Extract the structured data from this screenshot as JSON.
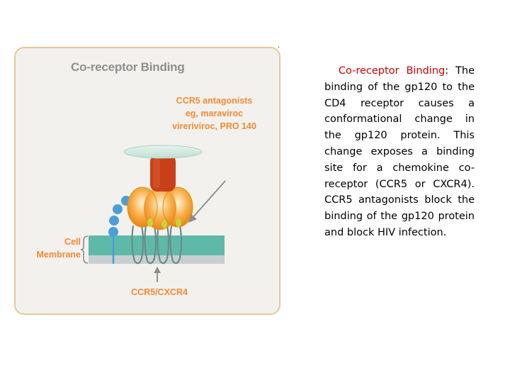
{
  "figure": {
    "title": "Co-receptor Binding",
    "antagonists_label": [
      "CCR5 antagonists",
      "eg, maraviroc",
      "vireriviroc, PRO 140"
    ],
    "cell_membrane_label": [
      "Cell",
      "Membrane"
    ],
    "coreceptor_label": "CCR5/CXCR4"
  },
  "caption": {
    "heading": "Co-receptor Binding",
    "heading_suffix": ":",
    "body": "The binding of the gp120 to the CD4 receptor causes a conformational change in the gp120 protein. This change exposes a binding site for a chemokine co-receptor (CCR5 or CXCR4). CCR5 antagonists block the binding of the gp120 protein and block HIV infection."
  },
  "colors": {
    "label_orange": "#f28a34",
    "membrane_teal": "#5fb9a9",
    "gp120_orange": "#f59a2a",
    "gp41_red": "#c8401a",
    "cd4_blue": "#4a9fd8",
    "caption_red": "#cc0000"
  }
}
